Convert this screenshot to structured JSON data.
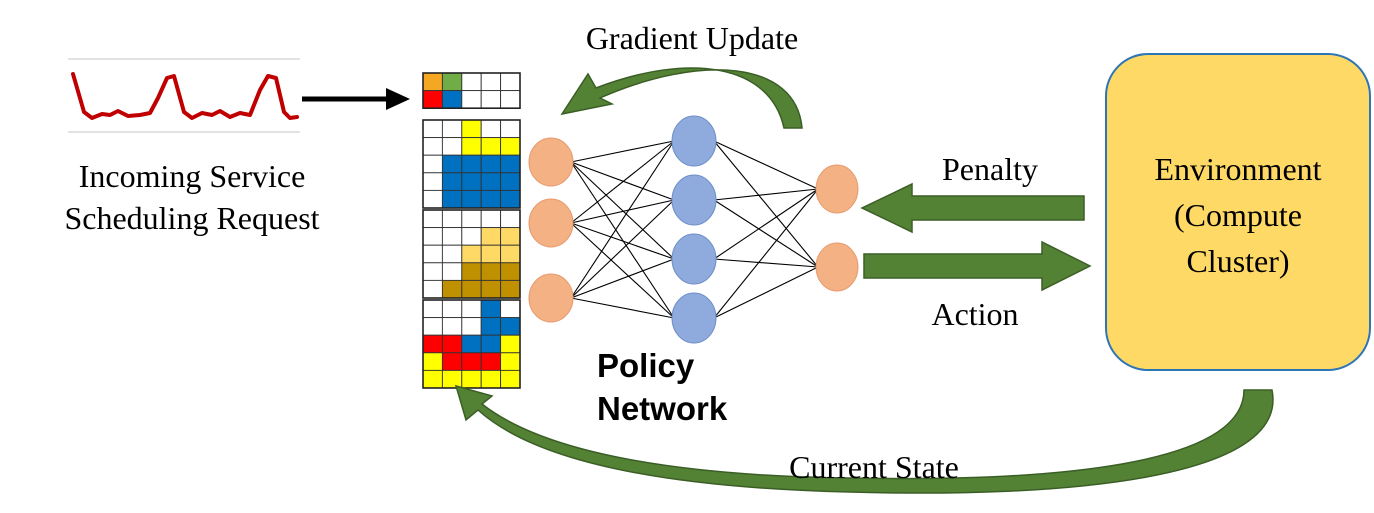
{
  "labels": {
    "gradient_update": "Gradient Update",
    "request_line1": "Incoming Service",
    "request_line2": "Scheduling Request",
    "penalty": "Penalty",
    "action": "Action",
    "current_state": "Current State",
    "policy_line1": "Policy",
    "policy_line2": "Network",
    "environment_line1": "Environment",
    "environment_line2": "(Compute",
    "environment_line3": "Cluster)"
  },
  "colors": {
    "arrow_green": "#548235",
    "arrow_green_dark": "#3b5e26",
    "environment_fill": "#ffd966",
    "environment_stroke": "#2e75b6",
    "neuron_input_output": "#f4b183",
    "neuron_hidden": "#8faadc",
    "workload_line": "#c00000",
    "grid_red": "#ff0000",
    "grid_orange": "#f5a623",
    "grid_green": "#70ad47",
    "grid_blue": "#0070c0",
    "grid_yellow": "#ffff00",
    "grid_light_gold": "#ffd966",
    "grid_dark_gold": "#bf9000"
  },
  "network": {
    "layers": [
      3,
      4,
      2
    ]
  },
  "state_grids": {
    "header": [
      [
        "O",
        "G",
        "W",
        "W",
        "W"
      ],
      [
        "R",
        "B",
        "W",
        "W",
        "W"
      ]
    ],
    "panels": [
      [
        [
          "W",
          "W",
          "Y",
          "W",
          "W"
        ],
        [
          "W",
          "W",
          "Y",
          "Y",
          "Y"
        ],
        [
          "W",
          "B",
          "B",
          "B",
          "B"
        ],
        [
          "W",
          "B",
          "B",
          "B",
          "B"
        ],
        [
          "W",
          "B",
          "B",
          "B",
          "B"
        ]
      ],
      [
        [
          "W",
          "W",
          "W",
          "W",
          "W"
        ],
        [
          "W",
          "W",
          "W",
          "L",
          "L"
        ],
        [
          "W",
          "W",
          "L",
          "L",
          "L"
        ],
        [
          "W",
          "W",
          "D",
          "D",
          "D"
        ],
        [
          "W",
          "D",
          "D",
          "D",
          "D"
        ]
      ],
      [
        [
          "W",
          "W",
          "W",
          "B",
          "W"
        ],
        [
          "W",
          "W",
          "W",
          "B",
          "B"
        ],
        [
          "R",
          "R",
          "B",
          "B",
          "Y"
        ],
        [
          "Y",
          "R",
          "R",
          "R",
          "Y"
        ],
        [
          "Y",
          "Y",
          "Y",
          "Y",
          "Y"
        ]
      ]
    ]
  }
}
